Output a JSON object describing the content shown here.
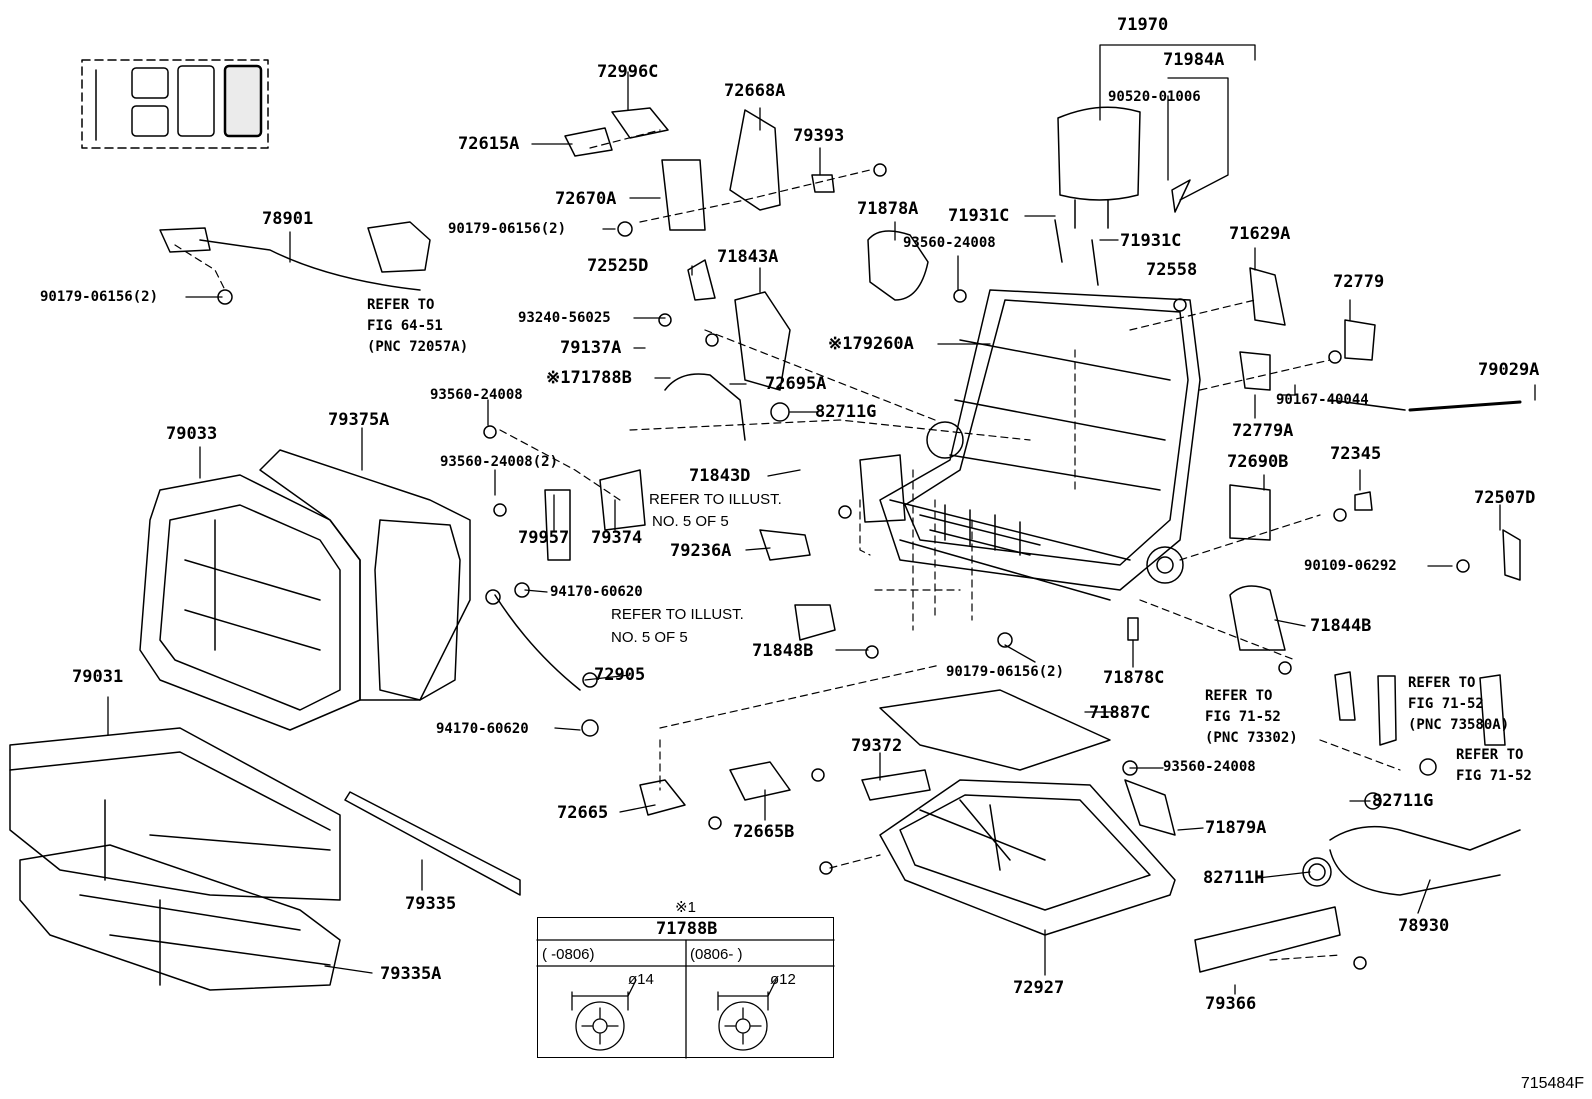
{
  "labels": {
    "p71970": "71970",
    "p71984A": "71984A",
    "p90520": "90520-01006",
    "p72996C": "72996C",
    "p72668A": "72668A",
    "p72615A": "72615A",
    "p79393": "79393",
    "p72670A": "72670A",
    "p90179a": "90179-06156(2)",
    "p78901": "78901",
    "p90179b": "90179-06156(2)",
    "p71878A": "71878A",
    "p71931Ca": "71931C",
    "p93560a": "93560-24008",
    "p71931Cb": "71931C",
    "p71629A": "71629A",
    "p72558": "72558",
    "p72779": "72779",
    "p72525D": "72525D",
    "p71843A": "71843A",
    "p93240": "93240-56025",
    "p79260A": "※179260A",
    "p79137A": "79137A",
    "p71788B": "※171788B",
    "p72695A": "72695A",
    "p79029A": "79029A",
    "p90167": "90167-40044",
    "p82711Ga": "82711G",
    "p72779A": "72779A",
    "p93560b": "93560-24008",
    "p79033": "79033",
    "p79375A": "79375A",
    "p93560c": "93560-24008(2)",
    "p71843D": "71843D",
    "p72690B": "72690B",
    "p72345": "72345",
    "p72507D": "72507D",
    "p79957": "79957",
    "p79374": "79374",
    "p79236A": "79236A",
    "p90109": "90109-06292",
    "p94170a": "94170-60620",
    "p71848B": "71848B",
    "p72905": "72905",
    "p79031": "79031",
    "p71844B": "71844B",
    "p90179c": "90179-06156(2)",
    "p71878C": "71878C",
    "p71887C": "71887C",
    "p94170b": "94170-60620",
    "p79372": "79372",
    "p93560d": "93560-24008",
    "p82711Gb": "82711G",
    "p72665": "72665",
    "p72665B": "72665B",
    "p71879A": "71879A",
    "p82711H": "82711H",
    "p79335": "79335",
    "p78930": "78930",
    "p72927": "72927",
    "p79335A": "79335A",
    "p79366": "79366"
  },
  "references": {
    "r1a": "REFER TO",
    "r1b": "FIG 64-51",
    "r1c": "(PNC 72057A)",
    "r2a": "REFER TO ILLUST.",
    "r2b": "NO. 5 OF 5",
    "r3a": "REFER TO ILLUST.",
    "r3b": "NO. 5 OF 5",
    "r4a": "REFER TO",
    "r4b": "FIG 71-52",
    "r4c": "(PNC 73302)",
    "r5a": "REFER TO",
    "r5b": "FIG 71-52",
    "r5c": "(PNC 73580A)",
    "r6a": "REFER TO",
    "r6b": "FIG 71-52"
  },
  "inset": {
    "mark": "※1",
    "title": "71788B",
    "left_range": "(      -0806)",
    "right_range": "(0806-       )",
    "left_dia": "ø14",
    "right_dia": "ø12"
  },
  "figure_code": "715484F"
}
